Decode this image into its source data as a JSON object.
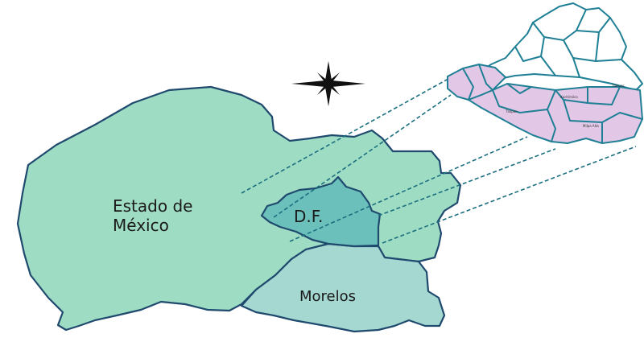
{
  "map": {
    "regions": {
      "estado_de_mexico": {
        "label_line1": "Estado de",
        "label_line2": "México"
      },
      "df": {
        "label": "D.F."
      },
      "morelos": {
        "label": "Morelos"
      },
      "puebla_strip": {
        "label": ""
      }
    },
    "inset": {
      "district_labels": [
        "Tlalpan",
        "Milpa Alta",
        "Xochimilco",
        "Tláhuac"
      ]
    },
    "compass_icon": "compass-rose-icon",
    "colors": {
      "state_fill": "#9fdcc4",
      "df_fill": "#6cc0bc",
      "morelos_fill": "#a6d8d2",
      "border": "#1f4a6e",
      "inset_lines": "#1b6f7f",
      "inset_fill_top": "#ffffff",
      "inset_fill_bottom": "#e2c8e6",
      "inset_border": "#1f7f95"
    }
  }
}
